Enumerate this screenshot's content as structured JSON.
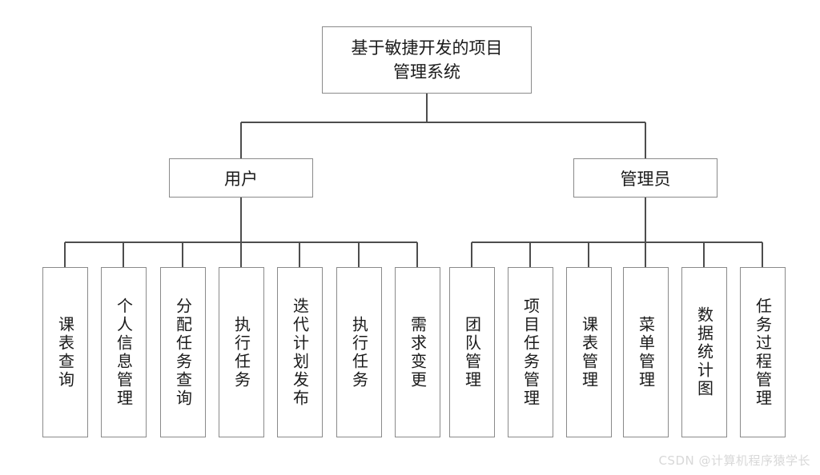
{
  "diagram": {
    "title": "基于敏捷开发的项目管理系统",
    "type": "tree",
    "orientation": "top-down",
    "colors": {
      "box_border": "#8a8a8a",
      "connector": "#4d4d4d",
      "background": "#ffffff",
      "text": "#1a1a1a",
      "watermark": "#d8d8d8"
    },
    "root": {
      "label": "基于敏捷开发的项目管理系统",
      "line1": "基于敏捷开发的项目",
      "line2": "管理系统"
    },
    "branches": [
      {
        "label": "用户",
        "children": [
          {
            "label": "课表查询"
          },
          {
            "label": "个人信息管理"
          },
          {
            "label": "分配任务查询"
          },
          {
            "label": "执行任务"
          },
          {
            "label": "迭代计划发布"
          },
          {
            "label": "执行任务"
          },
          {
            "label": "需求变更"
          }
        ]
      },
      {
        "label": "管理员",
        "children": [
          {
            "label": "团队管理"
          },
          {
            "label": "项目任务管理"
          },
          {
            "label": "课表管理"
          },
          {
            "label": "菜单管理"
          },
          {
            "label": "数据统计图"
          },
          {
            "label": "任务过程管理"
          }
        ]
      }
    ]
  },
  "watermark": {
    "text": "CSDN @计算机程序猿学长"
  }
}
